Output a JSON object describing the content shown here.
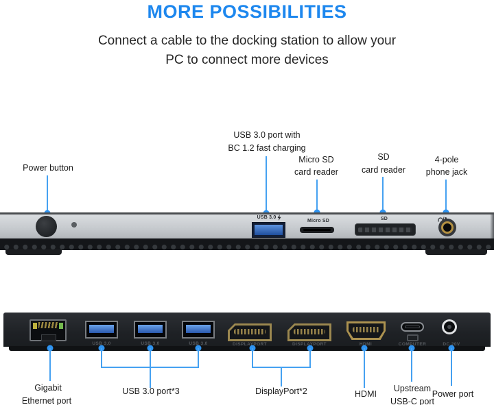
{
  "header": {
    "title": "MORE POSSIBILITIES",
    "subtitle_line1": "Connect a cable to the docking station to allow your",
    "subtitle_line2": "PC to connect more devices"
  },
  "top_view": {
    "callouts": {
      "power_button": "Power button",
      "usb_line1": "USB 3.0 port with",
      "usb_line2": "BC 1.2 fast charging",
      "micro_sd_line1": "Micro SD",
      "micro_sd_line2": "card reader",
      "sd_line1": "SD",
      "sd_line2": "card reader",
      "jack_line1": "4-pole",
      "jack_line2": "phone jack"
    },
    "printed_labels": {
      "usb": "USB 3.0",
      "micro_sd": "Micro SD",
      "sd": "SD"
    },
    "icons": {
      "fast_charging": "lightning-bolt",
      "phone_jack": "headset-and-mic"
    }
  },
  "rear_view": {
    "callouts": {
      "ethernet_line1": "Gigabit",
      "ethernet_line2": "Ethernet port",
      "usb": "USB 3.0 port*3",
      "displayport": "DisplayPort*2",
      "hdmi": "HDMI",
      "usbc_line1": "Upstream",
      "usbc_line2": "USB-C port",
      "power": "Power port"
    },
    "printed_labels": {
      "usb": "USB 3.0",
      "displayport": "DISPLAYPORT",
      "hdmi": "HDMI",
      "usbc": "COMPUTER",
      "power": "DC 20V"
    }
  },
  "colors": {
    "title_blue": "#1D87EE",
    "callout_line_blue": "#45A1F1",
    "usb_port_blue": "#3568C0",
    "connector_gold": "#A18A4E",
    "top_panel_silver": "#C7CBCF",
    "rear_panel_black": "#202327"
  }
}
